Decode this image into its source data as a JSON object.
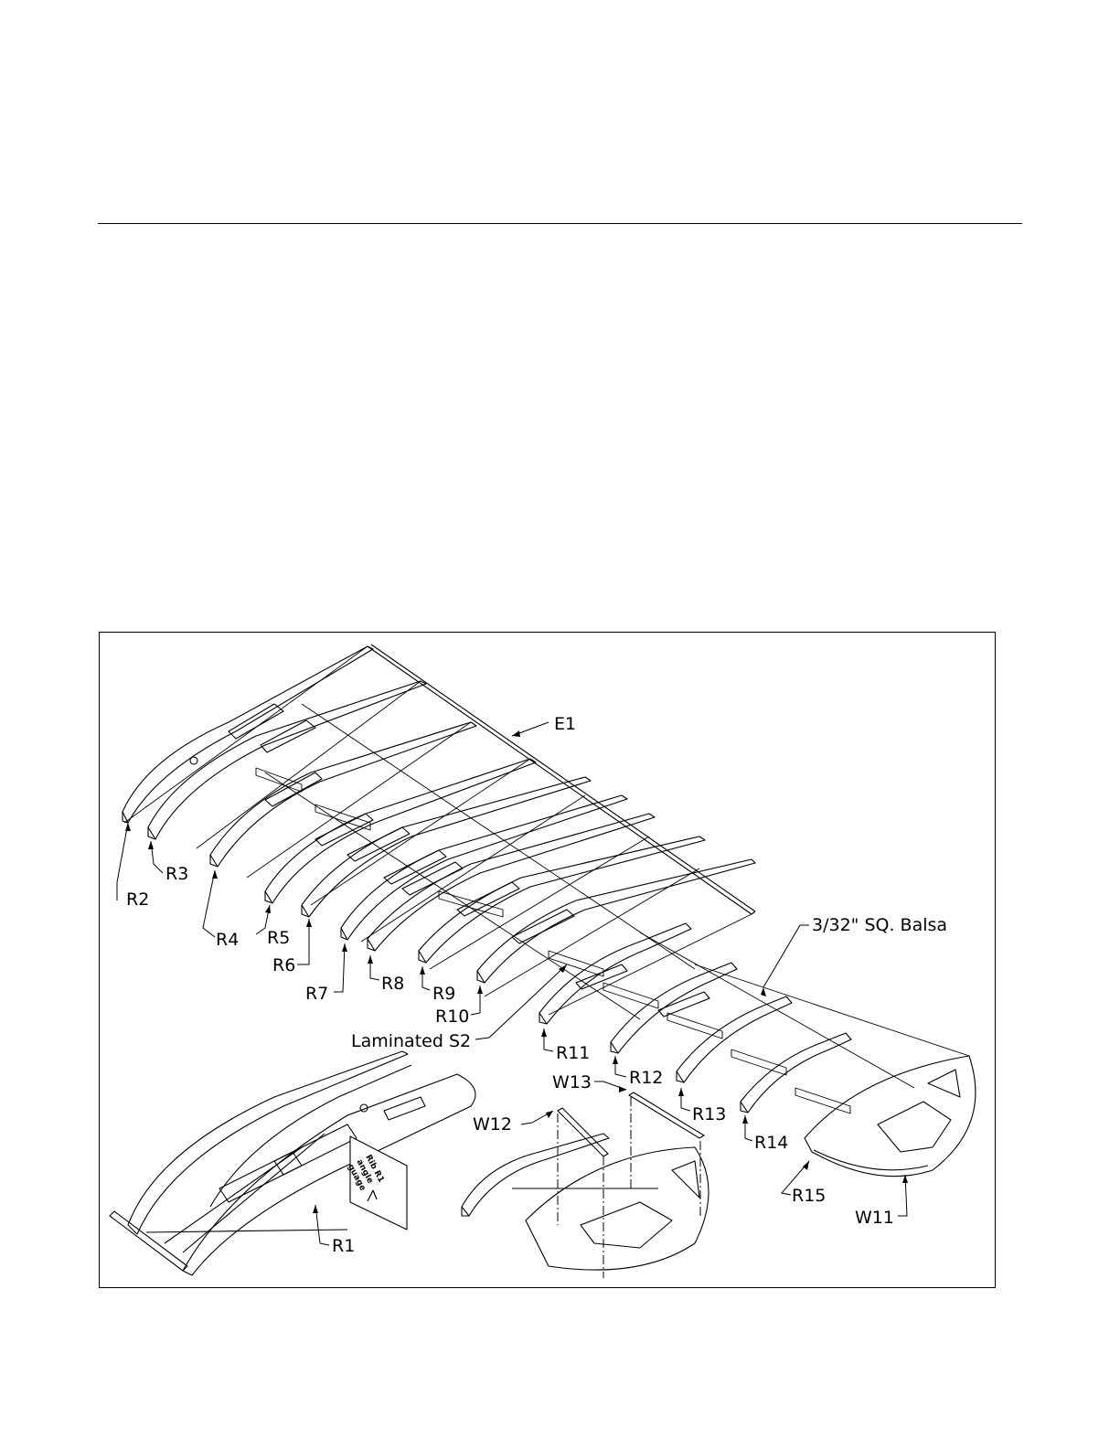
{
  "figure": {
    "labels": {
      "e1": "E1",
      "r1": "R1",
      "r2": "R2",
      "r3": "R3",
      "r4": "R4",
      "r5": "R5",
      "r6": "R6",
      "r7": "R7",
      "r8": "R8",
      "r9": "R9",
      "r10": "R10",
      "r11": "R11",
      "r12": "R12",
      "r13": "R13",
      "r14": "R14",
      "r15": "R15",
      "w11": "W11",
      "w12": "W12",
      "w13": "W13",
      "laminated_s2": "Laminated S2",
      "balsa": "3/32\" SQ. Balsa"
    },
    "gauge": {
      "line1": "Rib R1",
      "line2": "angle",
      "line3": "guage"
    }
  }
}
